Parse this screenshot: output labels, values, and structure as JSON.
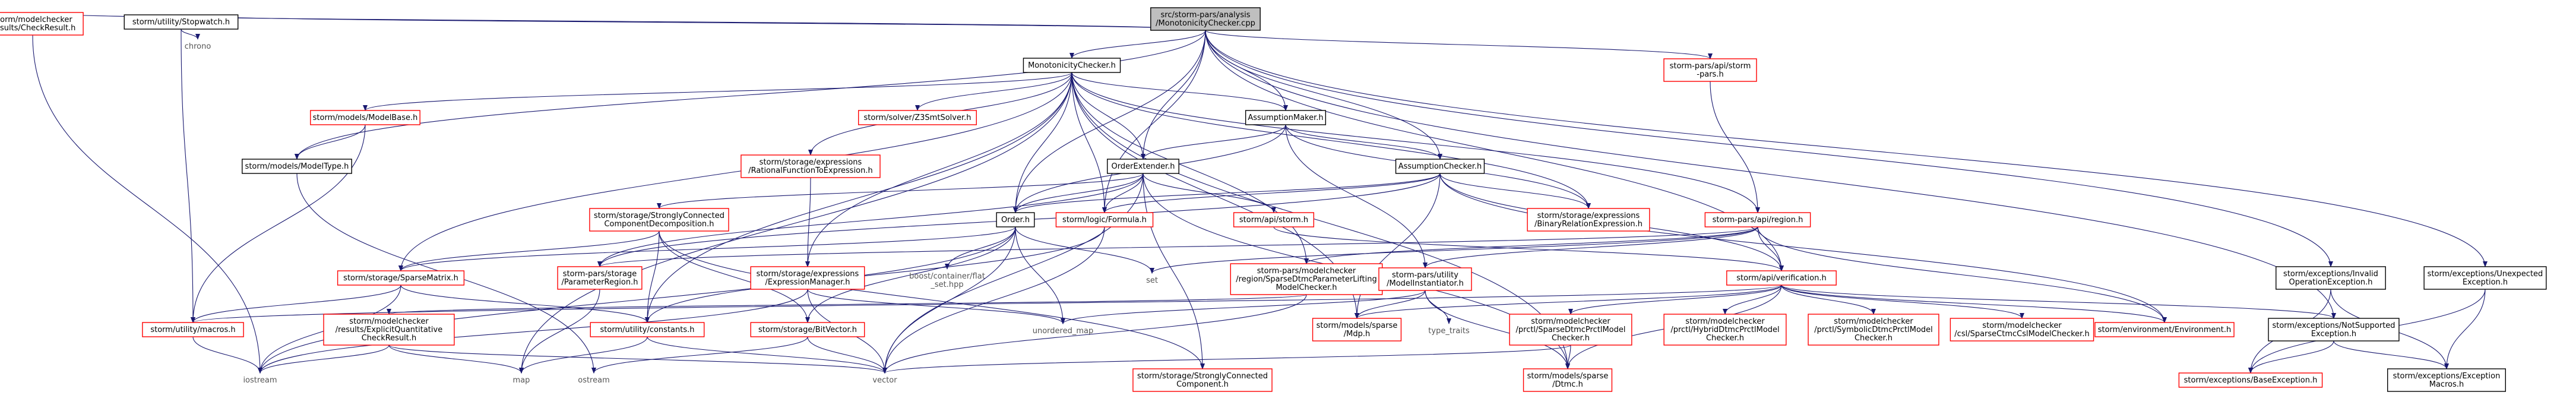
{
  "diagram": {
    "nodes": [
      {
        "id": "root",
        "lines": [
          "src/storm-pars/analysis",
          "/MonotonicityChecker.cpp"
        ],
        "style": "root"
      },
      {
        "id": "checkresult",
        "lines": [
          "storm/modelchecker",
          "/results/CheckResult.h"
        ],
        "style": "red"
      },
      {
        "id": "stopwatch",
        "lines": [
          "storm/utility/Stopwatch.h"
        ],
        "style": "black"
      },
      {
        "id": "chrono",
        "lines": [
          "chrono"
        ],
        "style": "plain"
      },
      {
        "id": "monoh",
        "lines": [
          "MonotonicityChecker.h"
        ],
        "style": "black"
      },
      {
        "id": "stormpars",
        "lines": [
          "storm-pars/api/storm",
          "-pars.h"
        ],
        "style": "red"
      },
      {
        "id": "modelbase",
        "lines": [
          "storm/models/ModelBase.h"
        ],
        "style": "red"
      },
      {
        "id": "z3",
        "lines": [
          "storm/solver/Z3SmtSolver.h"
        ],
        "style": "red"
      },
      {
        "id": "assumptionmaker",
        "lines": [
          "AssumptionMaker.h"
        ],
        "style": "black"
      },
      {
        "id": "modeltype",
        "lines": [
          "storm/models/ModelType.h"
        ],
        "style": "black"
      },
      {
        "id": "rationalfunc",
        "lines": [
          "storm/storage/expressions",
          "/RationalFunctionToExpression.h"
        ],
        "style": "red"
      },
      {
        "id": "orderextender",
        "lines": [
          "OrderExtender.h"
        ],
        "style": "black"
      },
      {
        "id": "assumptionchecker",
        "lines": [
          "AssumptionChecker.h"
        ],
        "style": "black"
      },
      {
        "id": "scc",
        "lines": [
          "storm/storage/StronglyConnected",
          "ComponentDecomposition.h"
        ],
        "style": "red"
      },
      {
        "id": "order",
        "lines": [
          "Order.h"
        ],
        "style": "black"
      },
      {
        "id": "logicformula",
        "lines": [
          "storm/logic/Formula.h"
        ],
        "style": "red"
      },
      {
        "id": "apistorm",
        "lines": [
          "storm/api/storm.h"
        ],
        "style": "red"
      },
      {
        "id": "binrel",
        "lines": [
          "storm/storage/expressions",
          "/BinaryRelationExpression.h"
        ],
        "style": "red"
      },
      {
        "id": "region",
        "lines": [
          "storm-pars/api/region.h"
        ],
        "style": "red"
      },
      {
        "id": "sparsematrix",
        "lines": [
          "storm/storage/SparseMatrix.h"
        ],
        "style": "red"
      },
      {
        "id": "paramregion",
        "lines": [
          "storm-pars/storage",
          "/ParameterRegion.h"
        ],
        "style": "red"
      },
      {
        "id": "exprmanager",
        "lines": [
          "storm/storage/expressions",
          "/ExpressionManager.h"
        ],
        "style": "red"
      },
      {
        "id": "flatset",
        "lines": [
          "boost/container/flat",
          "_set.hpp"
        ],
        "style": "plain"
      },
      {
        "id": "set",
        "lines": [
          "set"
        ],
        "style": "plain"
      },
      {
        "id": "sparsedtmcparam",
        "lines": [
          "storm-pars/modelchecker",
          "/region/SparseDtmcParameterLifting",
          "ModelChecker.h"
        ],
        "style": "red"
      },
      {
        "id": "modelinst",
        "lines": [
          "storm-pars/utility",
          "/ModelInstantiator.h"
        ],
        "style": "red"
      },
      {
        "id": "verification",
        "lines": [
          "storm/api/verification.h"
        ],
        "style": "red"
      },
      {
        "id": "invalidop",
        "lines": [
          "storm/exceptions/Invalid",
          "OperationException.h"
        ],
        "style": "black"
      },
      {
        "id": "unexpected",
        "lines": [
          "storm/exceptions/Unexpected",
          "Exception.h"
        ],
        "style": "black"
      },
      {
        "id": "macros",
        "lines": [
          "storm/utility/macros.h"
        ],
        "style": "red"
      },
      {
        "id": "explicitquant",
        "lines": [
          "storm/modelchecker",
          "/results/ExplicitQuantitative",
          "CheckResult.h"
        ],
        "style": "red"
      },
      {
        "id": "constants",
        "lines": [
          "storm/utility/constants.h"
        ],
        "style": "red"
      },
      {
        "id": "bitvector",
        "lines": [
          "storm/storage/BitVector.h"
        ],
        "style": "red"
      },
      {
        "id": "unorderedmap",
        "lines": [
          "unordered_map"
        ],
        "style": "plain"
      },
      {
        "id": "mdp",
        "lines": [
          "storm/models/sparse",
          "/Mdp.h"
        ],
        "style": "red"
      },
      {
        "id": "typetraits",
        "lines": [
          "type_traits"
        ],
        "style": "plain"
      },
      {
        "id": "prctldtmc",
        "lines": [
          "storm/modelchecker",
          "/prctl/SparseDtmcPrctlModel",
          "Checker.h"
        ],
        "style": "red"
      },
      {
        "id": "hybriddtmc",
        "lines": [
          "storm/modelchecker",
          "/prctl/HybridDtmcPrctlModel",
          "Checker.h"
        ],
        "style": "red"
      },
      {
        "id": "symbolicdtmc",
        "lines": [
          "storm/modelchecker",
          "/prctl/SymbolicDtmcPrctlModel",
          "Checker.h"
        ],
        "style": "red"
      },
      {
        "id": "csldtmc",
        "lines": [
          "storm/modelchecker",
          "/csl/SparseCtmcCslModelChecker.h"
        ],
        "style": "red"
      },
      {
        "id": "environment",
        "lines": [
          "storm/environment/Environment.h"
        ],
        "style": "red"
      },
      {
        "id": "notsupported",
        "lines": [
          "storm/exceptions/NotSupported",
          "Exception.h"
        ],
        "style": "black"
      },
      {
        "id": "iostream",
        "lines": [
          "iostream"
        ],
        "style": "plain"
      },
      {
        "id": "map",
        "lines": [
          "map"
        ],
        "style": "plain"
      },
      {
        "id": "ostream",
        "lines": [
          "ostream"
        ],
        "style": "plain"
      },
      {
        "id": "vector",
        "lines": [
          "vector"
        ],
        "style": "plain"
      },
      {
        "id": "sccomp",
        "lines": [
          "storm/storage/StronglyConnected",
          "Component.h"
        ],
        "style": "red"
      },
      {
        "id": "dtmc",
        "lines": [
          "storm/models/sparse",
          "/Dtmc.h"
        ],
        "style": "red"
      },
      {
        "id": "baseexc",
        "lines": [
          "storm/exceptions/BaseException.h"
        ],
        "style": "red"
      },
      {
        "id": "excmacros",
        "lines": [
          "storm/exceptions/Exception",
          "Macros.h"
        ],
        "style": "black"
      }
    ],
    "edges": [
      [
        "root",
        "checkresult"
      ],
      [
        "root",
        "stopwatch"
      ],
      [
        "root",
        "monoh"
      ],
      [
        "root",
        "stormpars"
      ],
      [
        "root",
        "modeltype"
      ],
      [
        "root",
        "orderextender"
      ],
      [
        "root",
        "assumptionmaker"
      ],
      [
        "root",
        "assumptionchecker"
      ],
      [
        "root",
        "verification"
      ],
      [
        "root",
        "invalidop"
      ],
      [
        "root",
        "unexpected"
      ],
      [
        "root",
        "notsupported"
      ],
      [
        "root",
        "logicformula"
      ],
      [
        "root",
        "order"
      ],
      [
        "checkresult",
        "iostream"
      ],
      [
        "stopwatch",
        "chrono"
      ],
      [
        "stopwatch",
        "macros"
      ],
      [
        "monoh",
        "modelbase"
      ],
      [
        "monoh",
        "z3"
      ],
      [
        "monoh",
        "assumptionmaker"
      ],
      [
        "monoh",
        "rationalfunc"
      ],
      [
        "monoh",
        "orderextender"
      ],
      [
        "monoh",
        "order"
      ],
      [
        "monoh",
        "logicformula"
      ],
      [
        "monoh",
        "binrel"
      ],
      [
        "monoh",
        "region"
      ],
      [
        "monoh",
        "exprmanager"
      ],
      [
        "monoh",
        "sparsematrix"
      ],
      [
        "monoh",
        "constants"
      ],
      [
        "monoh",
        "map"
      ],
      [
        "monoh",
        "sparsedtmcparam"
      ],
      [
        "monoh",
        "mdp"
      ],
      [
        "monoh",
        "dtmc"
      ],
      [
        "stormpars",
        "region"
      ],
      [
        "modelbase",
        "modeltype"
      ],
      [
        "modelbase",
        "macros"
      ],
      [
        "modeltype",
        "ostream"
      ],
      [
        "assumptionmaker",
        "assumptionchecker"
      ],
      [
        "assumptionmaker",
        "orderextender"
      ],
      [
        "assumptionmaker",
        "order"
      ],
      [
        "assumptionmaker",
        "binrel"
      ],
      [
        "assumptionmaker",
        "modelinst"
      ],
      [
        "rationalfunc",
        "exprmanager"
      ],
      [
        "orderextender",
        "order"
      ],
      [
        "orderextender",
        "logicformula"
      ],
      [
        "orderextender",
        "apistorm"
      ],
      [
        "orderextender",
        "scc"
      ],
      [
        "orderextender",
        "paramregion"
      ],
      [
        "orderextender",
        "vector"
      ],
      [
        "orderextender",
        "sccomp"
      ],
      [
        "orderextender",
        "dtmc"
      ],
      [
        "assumptionchecker",
        "order"
      ],
      [
        "assumptionchecker",
        "binrel"
      ],
      [
        "assumptionchecker",
        "verification"
      ],
      [
        "assumptionchecker",
        "environment"
      ],
      [
        "assumptionchecker",
        "mdp"
      ],
      [
        "assumptionchecker",
        "paramregion"
      ],
      [
        "assumptionchecker",
        "logicformula"
      ],
      [
        "scc",
        "sparsematrix"
      ],
      [
        "scc",
        "constants"
      ],
      [
        "scc",
        "bitvector"
      ],
      [
        "scc",
        "sccomp"
      ],
      [
        "order",
        "flatset"
      ],
      [
        "order",
        "set"
      ],
      [
        "order",
        "iostream"
      ],
      [
        "order",
        "bitvector"
      ],
      [
        "order",
        "unorderedmap"
      ],
      [
        "order",
        "vector"
      ],
      [
        "order",
        "sparsematrix"
      ],
      [
        "logicformula",
        "vector"
      ],
      [
        "logicformula",
        "constants"
      ],
      [
        "apistorm",
        "verification"
      ],
      [
        "region",
        "paramregion"
      ],
      [
        "region",
        "sparsedtmcparam"
      ],
      [
        "region",
        "modelinst"
      ],
      [
        "region",
        "set"
      ],
      [
        "region",
        "verification"
      ],
      [
        "region",
        "environment"
      ],
      [
        "sparsematrix",
        "macros"
      ],
      [
        "sparsematrix",
        "iostream"
      ],
      [
        "sparsematrix",
        "constants"
      ],
      [
        "paramregion",
        "map"
      ],
      [
        "exprmanager",
        "unorderedmap"
      ],
      [
        "exprmanager",
        "vector"
      ],
      [
        "exprmanager",
        "iostream"
      ],
      [
        "sparsedtmcparam",
        "explicitquant"
      ],
      [
        "sparsedtmcparam",
        "vector"
      ],
      [
        "modelinst",
        "unorderedmap"
      ],
      [
        "modelinst",
        "typetraits"
      ],
      [
        "modelinst",
        "mdp"
      ],
      [
        "modelinst",
        "dtmc"
      ],
      [
        "verification",
        "prctldtmc"
      ],
      [
        "verification",
        "hybriddtmc"
      ],
      [
        "verification",
        "symbolicdtmc"
      ],
      [
        "verification",
        "csldtmc"
      ],
      [
        "verification",
        "environment"
      ],
      [
        "verification",
        "notsupported"
      ],
      [
        "verification",
        "mdp"
      ],
      [
        "verification",
        "dtmc"
      ],
      [
        "verification",
        "macros"
      ],
      [
        "invalidop",
        "baseexc"
      ],
      [
        "invalidop",
        "excmacros"
      ],
      [
        "unexpected",
        "baseexc"
      ],
      [
        "unexpected",
        "excmacros"
      ],
      [
        "notsupported",
        "baseexc"
      ],
      [
        "notsupported",
        "excmacros"
      ],
      [
        "macros",
        "iostream"
      ],
      [
        "constants",
        "map"
      ],
      [
        "constants",
        "vector"
      ],
      [
        "bitvector",
        "ostream"
      ],
      [
        "bitvector",
        "vector"
      ],
      [
        "explicitquant",
        "map"
      ],
      [
        "explicitquant",
        "vector"
      ],
      [
        "explicitquant",
        "iostream"
      ],
      [
        "prctldtmc",
        "dtmc"
      ],
      [
        "prctldtmc",
        "vector"
      ]
    ]
  }
}
